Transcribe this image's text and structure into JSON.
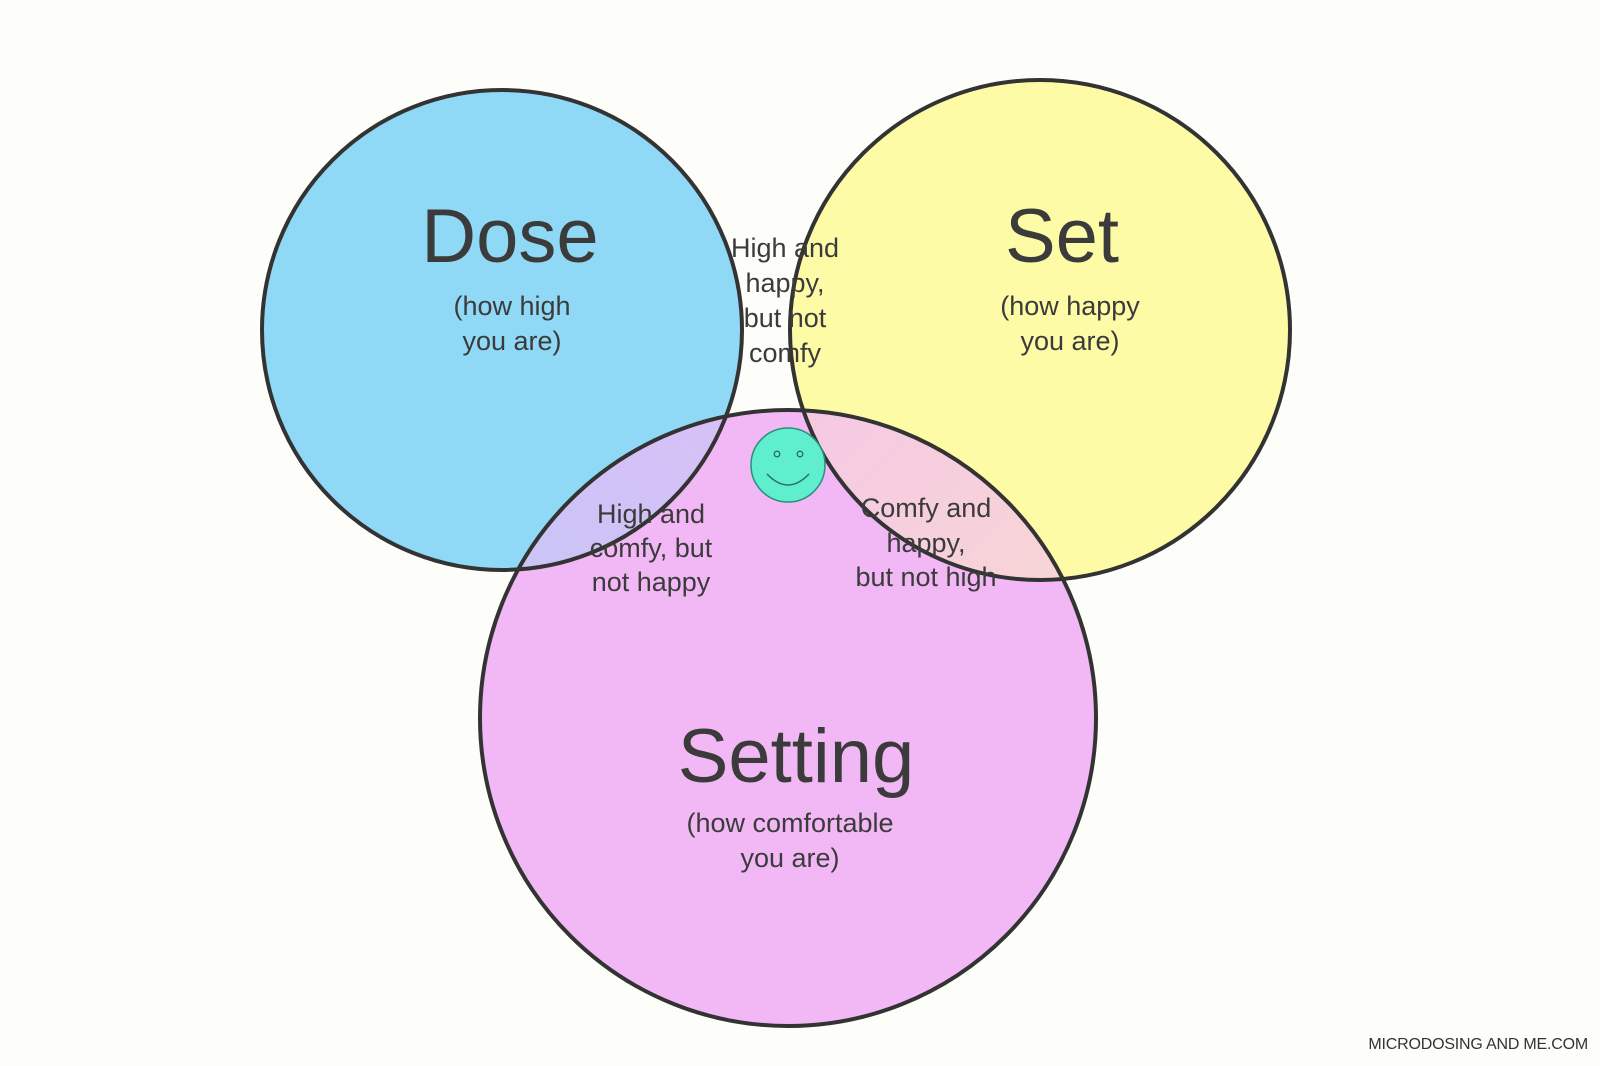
{
  "colors": {
    "dose": "#8fd8f6",
    "set": "#fefba6",
    "setting": "#f2b8f6",
    "center": "#28e6c0",
    "outline": "#333333",
    "background": "#fdfdf9"
  },
  "sets": {
    "dose": {
      "title": "Dose",
      "subtitle_line1": "(how high",
      "subtitle_line2": "you are)"
    },
    "set": {
      "title": "Set",
      "subtitle_line1": "(how happy",
      "subtitle_line2": "you are)"
    },
    "setting": {
      "title": "Setting",
      "subtitle_line1": "(how comfortable",
      "subtitle_line2": "you are)"
    }
  },
  "overlaps": {
    "dose_set": {
      "line1": "High and",
      "line2": "happy,",
      "line3": "but not",
      "line4": "comfy"
    },
    "dose_setting": {
      "line1": "High and",
      "line2": "comfy, but",
      "line3": "not happy"
    },
    "set_setting": {
      "line1": "Comfy and",
      "line2": "happy,",
      "line3": "but not high"
    },
    "center": {
      "icon": "smiley-face-icon"
    }
  },
  "credit": "MICRODOSING AND ME.COM"
}
